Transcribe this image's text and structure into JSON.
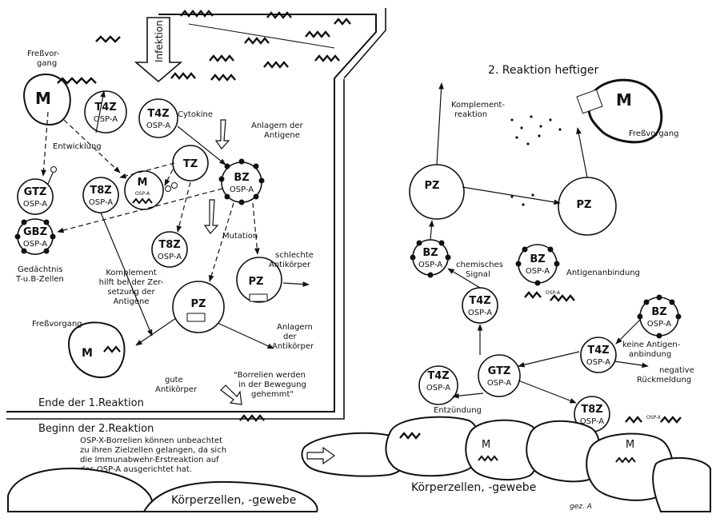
{
  "top": {
    "infektion": "Infektion",
    "reaktion2_heftiger": "2. Reaktion heftiger"
  },
  "cells": {
    "M_label": "M",
    "T4Z_label": "T4Z",
    "T8Z_label": "T8Z",
    "TZ_label": "TZ",
    "BZ_label": "BZ",
    "PZ_label": "PZ",
    "GTZ_label": "GTZ",
    "GBZ_label": "GBZ",
    "osp_a": "OSP-A",
    "osp_x": "OSP-X"
  },
  "notes": {
    "fressvorgang_1": "Freßvor-",
    "fressvorgang_2": "gang",
    "entwicklung": "Entwicklung",
    "cytokine": "Cytokine",
    "anlagern_1": "Anlagern der",
    "anlagern_2": "Antigene",
    "mutation": "Mutation",
    "schlechte_1": "schlechte",
    "schlechte_2": "Antikörper",
    "gedaechtnis_1": "Gedächtnis",
    "gedaechtnis_2": "T-u.B-Zellen",
    "komplement_1": "Komplement",
    "komplement_2": "hilft bei der Zer-",
    "komplement_3": "setzung der",
    "komplement_4": "Antigene",
    "fressvorgang_single": "Freßvorgang",
    "anlagern_ak_1": "Anlagern",
    "anlagern_ak_2": "der",
    "anlagern_ak_3": "Antikörper",
    "borrelien_1": "\"Borrelien werden",
    "borrelien_2": "in der Bewegung",
    "borrelien_3": "gehemmt\"",
    "gute_1": "gute",
    "gute_2": "Antikörper",
    "ende_1_reaktion": "Ende der 1.Reaktion",
    "beginn_2_reaktion": "Beginn der 2.Reaktion",
    "osp_x_info_1": "OSP-X-Borrelien können unbeachtet",
    "osp_x_info_2": "zu ihren Zielzellen gelangen, da sich",
    "osp_x_info_3": "die Immunabwehr-Erstreaktion auf",
    "osp_x_info_4": "das OSP-A ausgerichtet hat.",
    "koerperzellen_1": "Körperzellen, -gewebe",
    "koerperzellen_2": "Körperzellen, -gewebe",
    "komplementreaktion_1": "Komplement-",
    "komplementreaktion_2": "reaktion",
    "fressvorgang_right": "Freßvorgang",
    "chemisches_1": "chemisches",
    "chemisches_2": "Signal",
    "antigenanbindung": "Antigenanbindung",
    "keine_1": "keine Antigen-",
    "keine_2": "anbindung",
    "negative_1": "negative",
    "negative_2": "Rückmeldung",
    "entzuendung": "Entzündung",
    "signature": "gez. A"
  }
}
